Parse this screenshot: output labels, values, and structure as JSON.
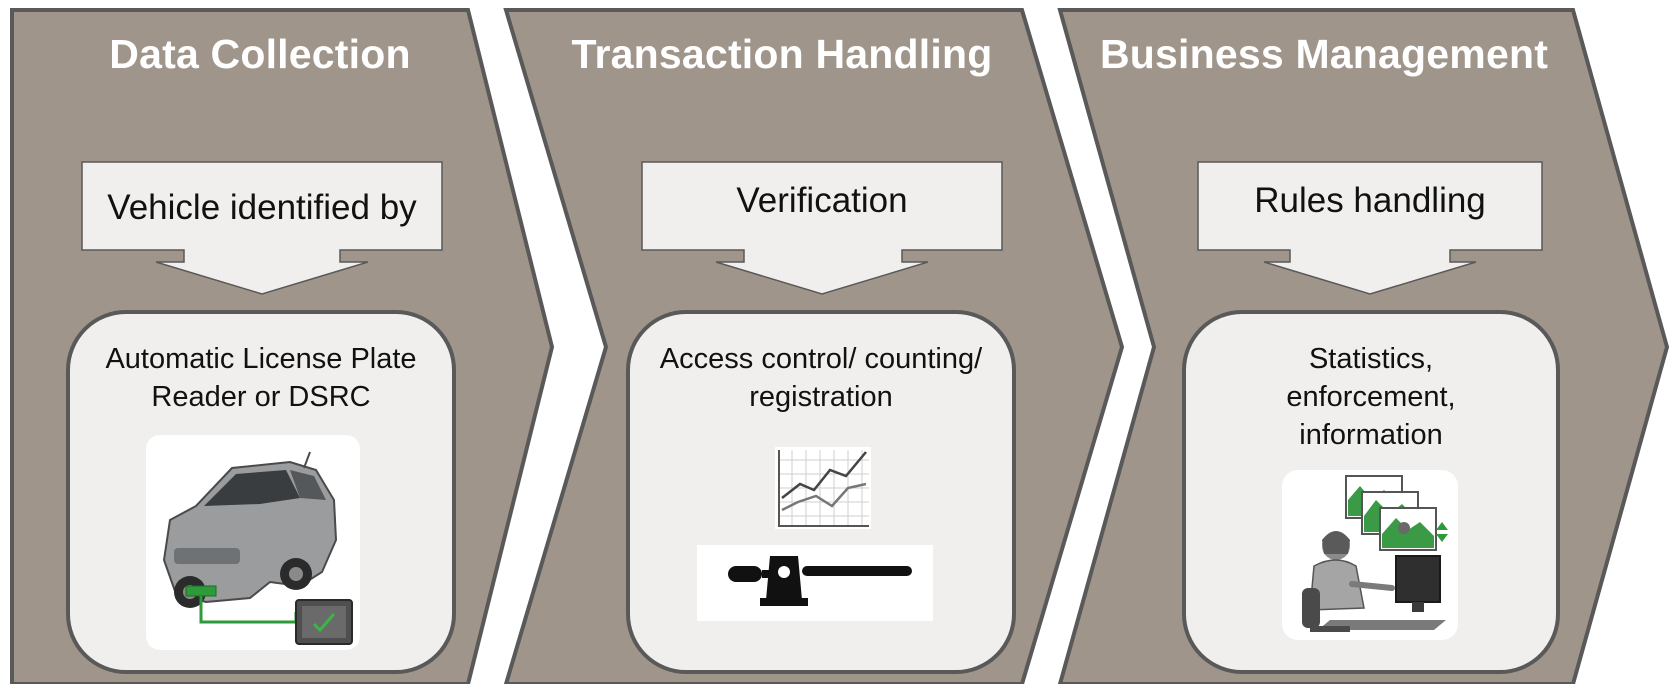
{
  "colors": {
    "chevron_fill": "#a0958a",
    "chevron_stroke": "#595959",
    "panel_fill": "#f0efee",
    "title_text": "#ffffff",
    "body_text": "#111111"
  },
  "stages": [
    {
      "title": "Data Collection",
      "callout": "Vehicle identified by",
      "detail": "Automatic License Plate Reader or DSRC",
      "icons": [
        "car-icon",
        "license-plate-reader-icon"
      ]
    },
    {
      "title": "Transaction Handling",
      "callout": "Verification",
      "detail": "Access control/ counting/ registration",
      "icons": [
        "line-chart-icon",
        "barrier-gate-icon"
      ]
    },
    {
      "title": "Business Management",
      "callout": "Rules handling",
      "detail": "Statistics, enforcement, information",
      "icons": [
        "operator-at-monitors-icon"
      ]
    }
  ]
}
